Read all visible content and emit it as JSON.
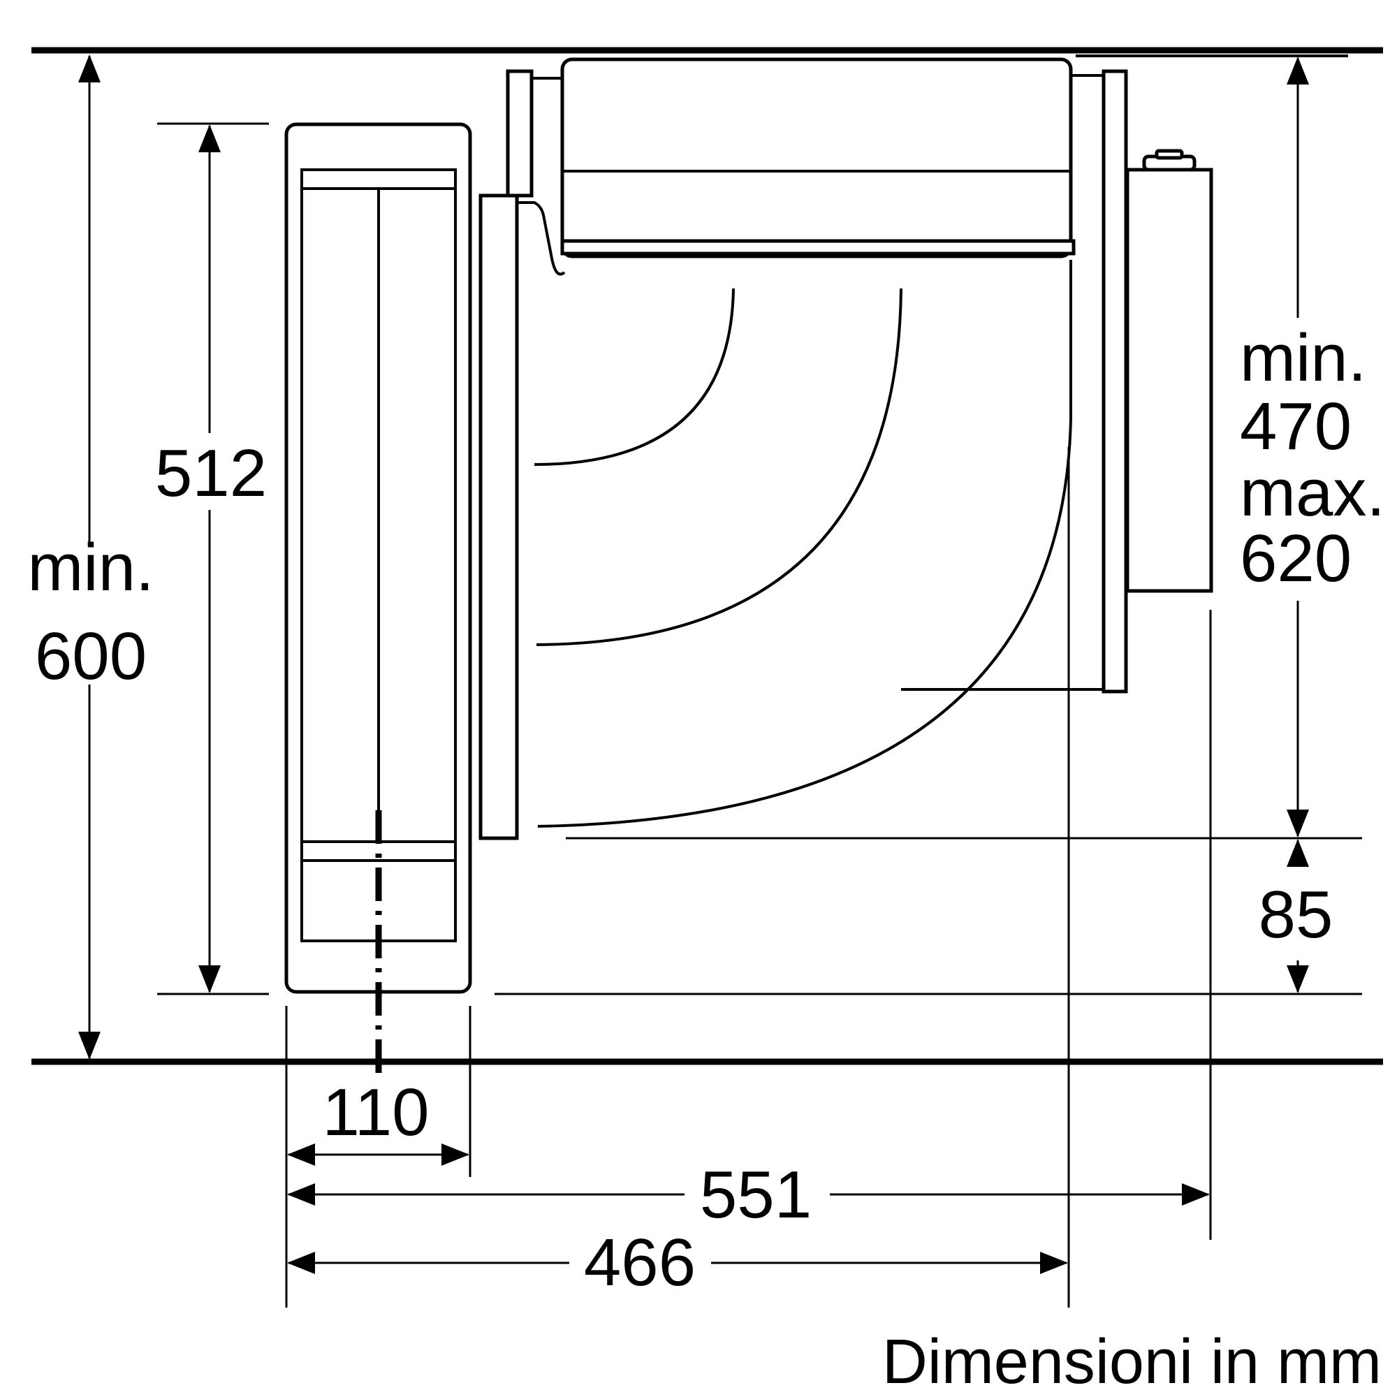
{
  "dimensions": {
    "total_height": {
      "line1": "min.",
      "line2": "600"
    },
    "module_height": "512",
    "duct_height": {
      "line1": "min.",
      "line2": "470",
      "line3": "max.",
      "line4": "620"
    },
    "bottom_offset": "85",
    "module_depth": "110",
    "overall_depth": "551",
    "inner_depth": "466"
  },
  "caption": "Dimensioni in mm",
  "colors": {
    "line": "#000000",
    "background": "#ffffff"
  }
}
